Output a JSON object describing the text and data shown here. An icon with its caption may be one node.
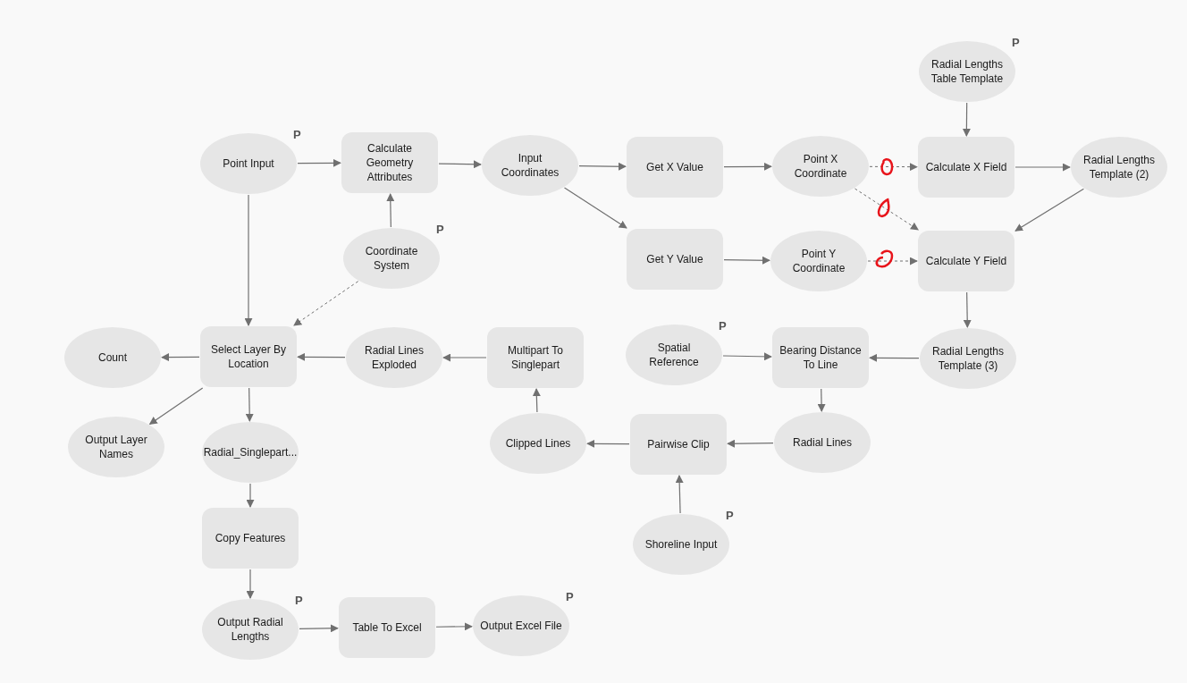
{
  "diagram": {
    "nodes": [
      {
        "text": [
          "Radial Lengths Table Template"
        ],
        "beside": [
          "P"
        ]
      },
      {
        "text": [
          "Point Input"
        ],
        "beside": [
          "P"
        ]
      },
      {
        "text": [
          "Calculate Geometry Attributes"
        ]
      },
      {
        "text": [
          "Input Coordinates"
        ]
      },
      {
        "text": [
          "Get X Value"
        ]
      },
      {
        "text": [
          "Point X Coordinate"
        ]
      },
      {
        "text": [
          "Calculate X Field"
        ]
      },
      {
        "text": [
          "Radial Lengths Template (2)"
        ]
      },
      {
        "text": [
          "Coordinate System"
        ],
        "beside": [
          "P"
        ]
      },
      {
        "text": [
          "Get Y Value"
        ]
      },
      {
        "text": [
          "Point Y Coordinate"
        ]
      },
      {
        "text": [
          "Calculate Y Field"
        ]
      },
      {
        "text": [
          "Count"
        ]
      },
      {
        "text": [
          "Select Layer By Location"
        ]
      },
      {
        "text": [
          "Radial Lines Exploded"
        ]
      },
      {
        "text": [
          "Multipart To Singlepart"
        ]
      },
      {
        "text": [
          "Spatial Reference"
        ],
        "beside": [
          "P"
        ]
      },
      {
        "text": [
          "Bearing Distance To Line"
        ]
      },
      {
        "text": [
          "Radial Lengths Template (3)"
        ]
      },
      {
        "text": [
          "Output Layer Names"
        ]
      },
      {
        "text": [
          "Radial_Singlepart..."
        ]
      },
      {
        "text": [
          "Clipped Lines"
        ]
      },
      {
        "text": [
          "Pairwise Clip"
        ]
      },
      {
        "text": [
          "Radial Lines"
        ]
      },
      {
        "text": [
          "Copy Features"
        ]
      },
      {
        "text": [
          "Shoreline Input"
        ],
        "beside": [
          "P"
        ]
      },
      {
        "text": [
          "Output Radial Lengths"
        ],
        "beside": [
          "P"
        ]
      },
      {
        "text": [
          "Table To Excel"
        ]
      },
      {
        "text": [
          "Output Excel File"
        ],
        "beside": [
          "P"
        ]
      }
    ],
    "edges": [
      {
        "from": 1,
        "to": 2,
        "arrow": "to"
      },
      {
        "from": 2,
        "to": 3,
        "arrow": "to"
      },
      {
        "from": 3,
        "to": 4,
        "arrow": "to"
      },
      {
        "from": 3,
        "to": 9,
        "arrow": "to"
      },
      {
        "from": 4,
        "to": 5,
        "arrow": "to"
      },
      {
        "from": 9,
        "to": 10,
        "arrow": "to"
      },
      {
        "from": 5,
        "to": 6,
        "arrow": "to",
        "style": "dashed"
      },
      {
        "from": 5,
        "to": 11,
        "arrow": "to",
        "style": "dashed"
      },
      {
        "from": 10,
        "to": 11,
        "arrow": "to",
        "style": "dashed"
      },
      {
        "from": 0,
        "to": 6,
        "arrow": "to"
      },
      {
        "from": 6,
        "to": 7,
        "arrow": "to"
      },
      {
        "from": 7,
        "to": 11,
        "arrow": "to"
      },
      {
        "from": 11,
        "to": 18,
        "arrow": "to"
      },
      {
        "from": 18,
        "to": 17,
        "arrow": "to"
      },
      {
        "from": 16,
        "to": 17,
        "arrow": "to"
      },
      {
        "from": 17,
        "to": 23,
        "arrow": "to"
      },
      {
        "from": 23,
        "to": 22,
        "arrow": "to"
      },
      {
        "from": 25,
        "to": 22,
        "arrow": "to"
      },
      {
        "from": 22,
        "to": 21,
        "arrow": "to"
      },
      {
        "from": 21,
        "to": 15,
        "arrow": "to"
      },
      {
        "from": 15,
        "to": 14,
        "arrow": "to"
      },
      {
        "from": 14,
        "to": 13,
        "arrow": "to"
      },
      {
        "from": 8,
        "to": 2,
        "arrow": "to"
      },
      {
        "from": 8,
        "to": 13,
        "arrow": "to",
        "style": "dashed"
      },
      {
        "from": 1,
        "to": 13,
        "arrow": "to"
      },
      {
        "from": 13,
        "to": 12,
        "arrow": "to"
      },
      {
        "from": 13,
        "to": 19,
        "arrow": "to"
      },
      {
        "from": 13,
        "to": 20,
        "arrow": "to"
      },
      {
        "from": 20,
        "to": 24,
        "arrow": "to"
      },
      {
        "from": 24,
        "to": 26,
        "arrow": "to"
      },
      {
        "from": 26,
        "to": 27,
        "arrow": "to"
      },
      {
        "from": 27,
        "to": 28,
        "arrow": "to"
      }
    ]
  }
}
